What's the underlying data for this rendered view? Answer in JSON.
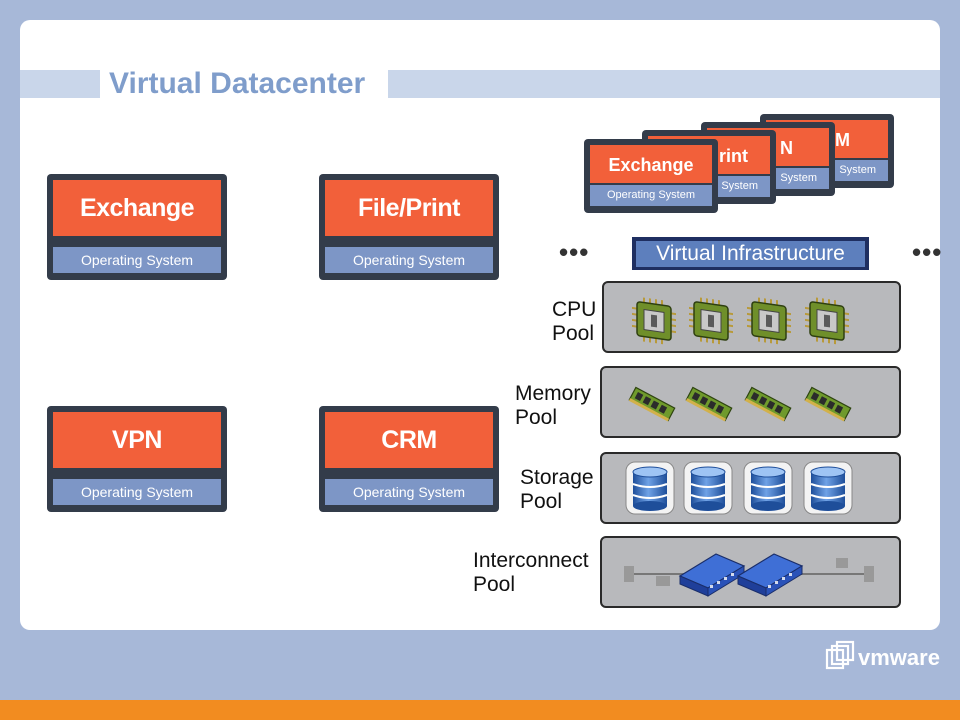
{
  "title": "Virtual Datacenter",
  "vms": [
    {
      "app": "Exchange",
      "os": "Operating System"
    },
    {
      "app": "File/Print",
      "os": "Operating System"
    },
    {
      "app": "VPN",
      "os": "Operating System"
    },
    {
      "app": "CRM",
      "os": "Operating System"
    }
  ],
  "stack": [
    {
      "app": "M",
      "os": "System"
    },
    {
      "app": "N",
      "os": "System"
    },
    {
      "app": "rint",
      "os": "System"
    },
    {
      "app": "Exchange",
      "os": "Operating System"
    }
  ],
  "ellipsis": "•••",
  "virtual_infrastructure": "Virtual Infrastructure",
  "pools": [
    {
      "line1": "CPU",
      "line2": "Pool",
      "icon": "cpu-chip-icon",
      "count": 4
    },
    {
      "line1": "Memory",
      "line2": "Pool",
      "icon": "memory-module-icon",
      "count": 4
    },
    {
      "line1": "Storage",
      "line2": "Pool",
      "icon": "storage-disk-icon",
      "count": 4
    },
    {
      "line1": "Interconnect",
      "line2": "Pool",
      "icon": "network-switch-icon",
      "count": 2
    }
  ],
  "logo": "vmware",
  "colors": {
    "background": "#a7b8d8",
    "app_orange": "#f2603a",
    "os_blue": "#7d96c6",
    "vm_frame": "#333c4a",
    "title_blue": "#7f9dcb",
    "accent_stripe": "#f28c20"
  }
}
